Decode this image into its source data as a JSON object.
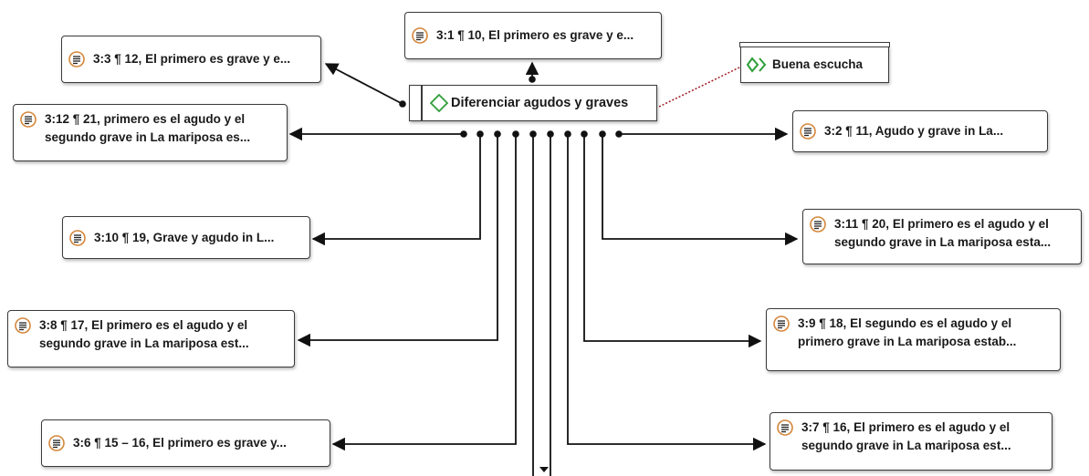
{
  "central_code": {
    "label": "Diferenciar agudos y graves",
    "icon": "diamond-code-icon",
    "icon_color": "#2e9e3a"
  },
  "linked_code": {
    "label": "Buena escucha",
    "icon": "double-diamond-code-icon",
    "icon_color": "#2e9e3a",
    "link_color": "#a01a24"
  },
  "quote_icon": {
    "name": "quotation-document-icon",
    "ring_color": "#d4863a"
  },
  "quotations": [
    {
      "id": "q-3-1",
      "ref": "3:1 ¶ 10,",
      "line1": "El primero es grave y e...",
      "line2": ""
    },
    {
      "id": "q-3-3",
      "ref": "3:3 ¶ 12,",
      "line1": "El primero es grave y e...",
      "line2": ""
    },
    {
      "id": "q-3-12",
      "ref": "3:12 ¶ 21,",
      "line1": "primero es el agudo y el",
      "line2": "segundo grave in La mariposa es..."
    },
    {
      "id": "q-3-2",
      "ref": "3:2 ¶ 11,",
      "line1": "Agudo y grave in La...",
      "line2": ""
    },
    {
      "id": "q-3-10",
      "ref": "3:10 ¶ 19,",
      "line1": "Grave y agudo in L...",
      "line2": ""
    },
    {
      "id": "q-3-11",
      "ref": "3:11 ¶ 20,",
      "line1": "El primero es el agudo y el",
      "line2": "segundo grave in La mariposa esta..."
    },
    {
      "id": "q-3-8",
      "ref": "3:8 ¶ 17,",
      "line1": "El primero es el agudo y el",
      "line2": "segundo grave in La mariposa est..."
    },
    {
      "id": "q-3-9",
      "ref": "3:9 ¶ 18,",
      "line1": "El segundo es el agudo y el",
      "line2": "primero grave in La mariposa estab..."
    },
    {
      "id": "q-3-6",
      "ref": "3:6 ¶ 15 – 16,",
      "line1": "El primero es grave y...",
      "line2": ""
    },
    {
      "id": "q-3-7",
      "ref": "3:7 ¶ 16,",
      "line1": "El primero es el agudo y el",
      "line2": "segundo grave in La mariposa est..."
    }
  ]
}
